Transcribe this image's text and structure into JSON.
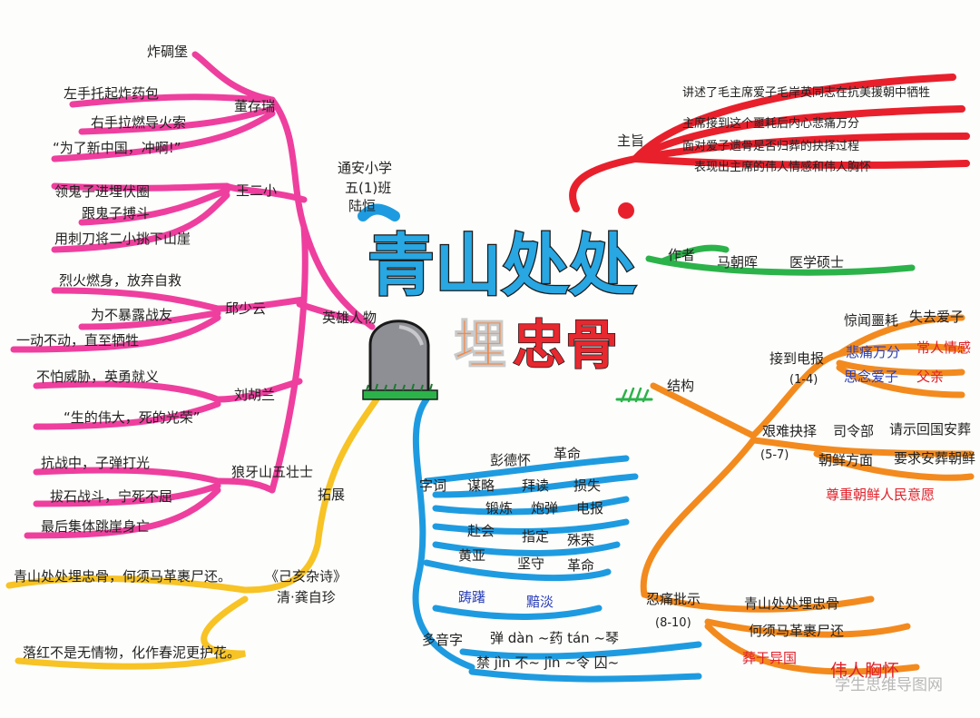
{
  "title": {
    "main": "青山处处",
    "sub_part1": "埋",
    "sub_part2": "忠骨"
  },
  "author_note": {
    "line1": "通安小学",
    "line2": "五(1)班",
    "line3": "陆恒"
  },
  "watermark": "学生思维导图网",
  "branches": {
    "heroes": {
      "label": "英雄人物",
      "people": [
        {
          "name": "董存瑞",
          "details": [
            "炸碉堡",
            "左手托起炸药包",
            "右手拉燃导火索",
            "“为了新中国，冲啊!”"
          ]
        },
        {
          "name": "王二小",
          "details": [
            "领鬼子进埋伏圈",
            "跟鬼子搏斗",
            "用刺刀将二小挑下山崖"
          ]
        },
        {
          "name": "邱少云",
          "details": [
            "烈火燃身，放弃自救",
            "为不暴露战友",
            "一动不动，直至牺牲"
          ]
        },
        {
          "name": "刘胡兰",
          "details": [
            "不怕威胁，英勇就义",
            "“生的伟大，死的光荣”"
          ]
        },
        {
          "name": "狼牙山五壮士",
          "details": [
            "抗战中，子弹打光",
            "拔石战斗，宁死不屈",
            "最后集体跳崖身亡"
          ]
        }
      ]
    },
    "extension": {
      "label": "拓展",
      "items": [
        "青山处处埋忠骨，何须马革裹尸还。",
        "《己亥杂诗》",
        "清·龚自珍",
        "落红不是无情物，化作春泥更护花。"
      ]
    },
    "vocab": {
      "label": "字词",
      "rows": [
        [
          "彭德怀",
          "革命"
        ],
        [
          "谋略",
          "拜读",
          "损失"
        ],
        [
          "锻炼",
          "炮弹",
          "电报"
        ],
        [
          "赴会",
          "指定",
          "殊荣"
        ],
        [
          "黄亚",
          "坚守",
          "革命"
        ]
      ],
      "highlight": [
        "踌躇",
        "黯淡"
      ]
    },
    "polyphones": {
      "label": "多音字",
      "lines": [
        "弹 dàn ~药 tán ~琴",
        "禁 jìn 不~ jīn ~令 囚~"
      ]
    },
    "main_idea": {
      "label": "主旨",
      "lines": [
        "讲述了毛主席爱子毛岸英同志在抗美援朝中牺牲",
        "主席接到这个噩耗后内心悲痛万分",
        "面对爱子遗骨是否归葬的抉择过程",
        "表现出主席的伟人情感和伟人胸怀"
      ]
    },
    "author": {
      "label": "作者",
      "name": "马朝晖",
      "role": "医学硕士"
    },
    "structure": {
      "label": "结构",
      "parts": [
        {
          "name": "接到电报",
          "range": "(1-4)",
          "sub": [
            {
              "text": "惊闻噩耗",
              "pair": "失去爱子",
              "style": "black"
            },
            {
              "text": "悲痛万分",
              "pair": "常人情感",
              "style": "blue"
            },
            {
              "text": "思念爱子",
              "pair": "父亲",
              "style": "blue"
            }
          ]
        },
        {
          "name": "艰难抉择",
          "range": "(5-7)",
          "sub": [
            {
              "text": "司令部",
              "pair": "请示回国安葬",
              "style": "black"
            },
            {
              "text": "朝鲜方面",
              "pair": "要求安葬朝鲜",
              "style": "black"
            },
            {
              "text": "尊重朝鲜人民意愿",
              "pair": "",
              "style": "red"
            }
          ]
        },
        {
          "name": "忍痛批示",
          "range": "(8-10)",
          "sub": [
            {
              "text": "青山处处埋忠骨",
              "pair": "",
              "style": "black"
            },
            {
              "text": "何须马革裹尸还",
              "pair": "",
              "style": "black"
            },
            {
              "text": "葬于异国",
              "pair": "伟人胸怀",
              "style": "red"
            }
          ]
        }
      ]
    }
  },
  "colors": {
    "pink": "#ee3f9e",
    "red": "#e8202c",
    "green": "#2bb34a",
    "orange": "#f38a1e",
    "blue": "#1e9be0",
    "yellow": "#f7c325",
    "grey": "#8e8f94"
  }
}
